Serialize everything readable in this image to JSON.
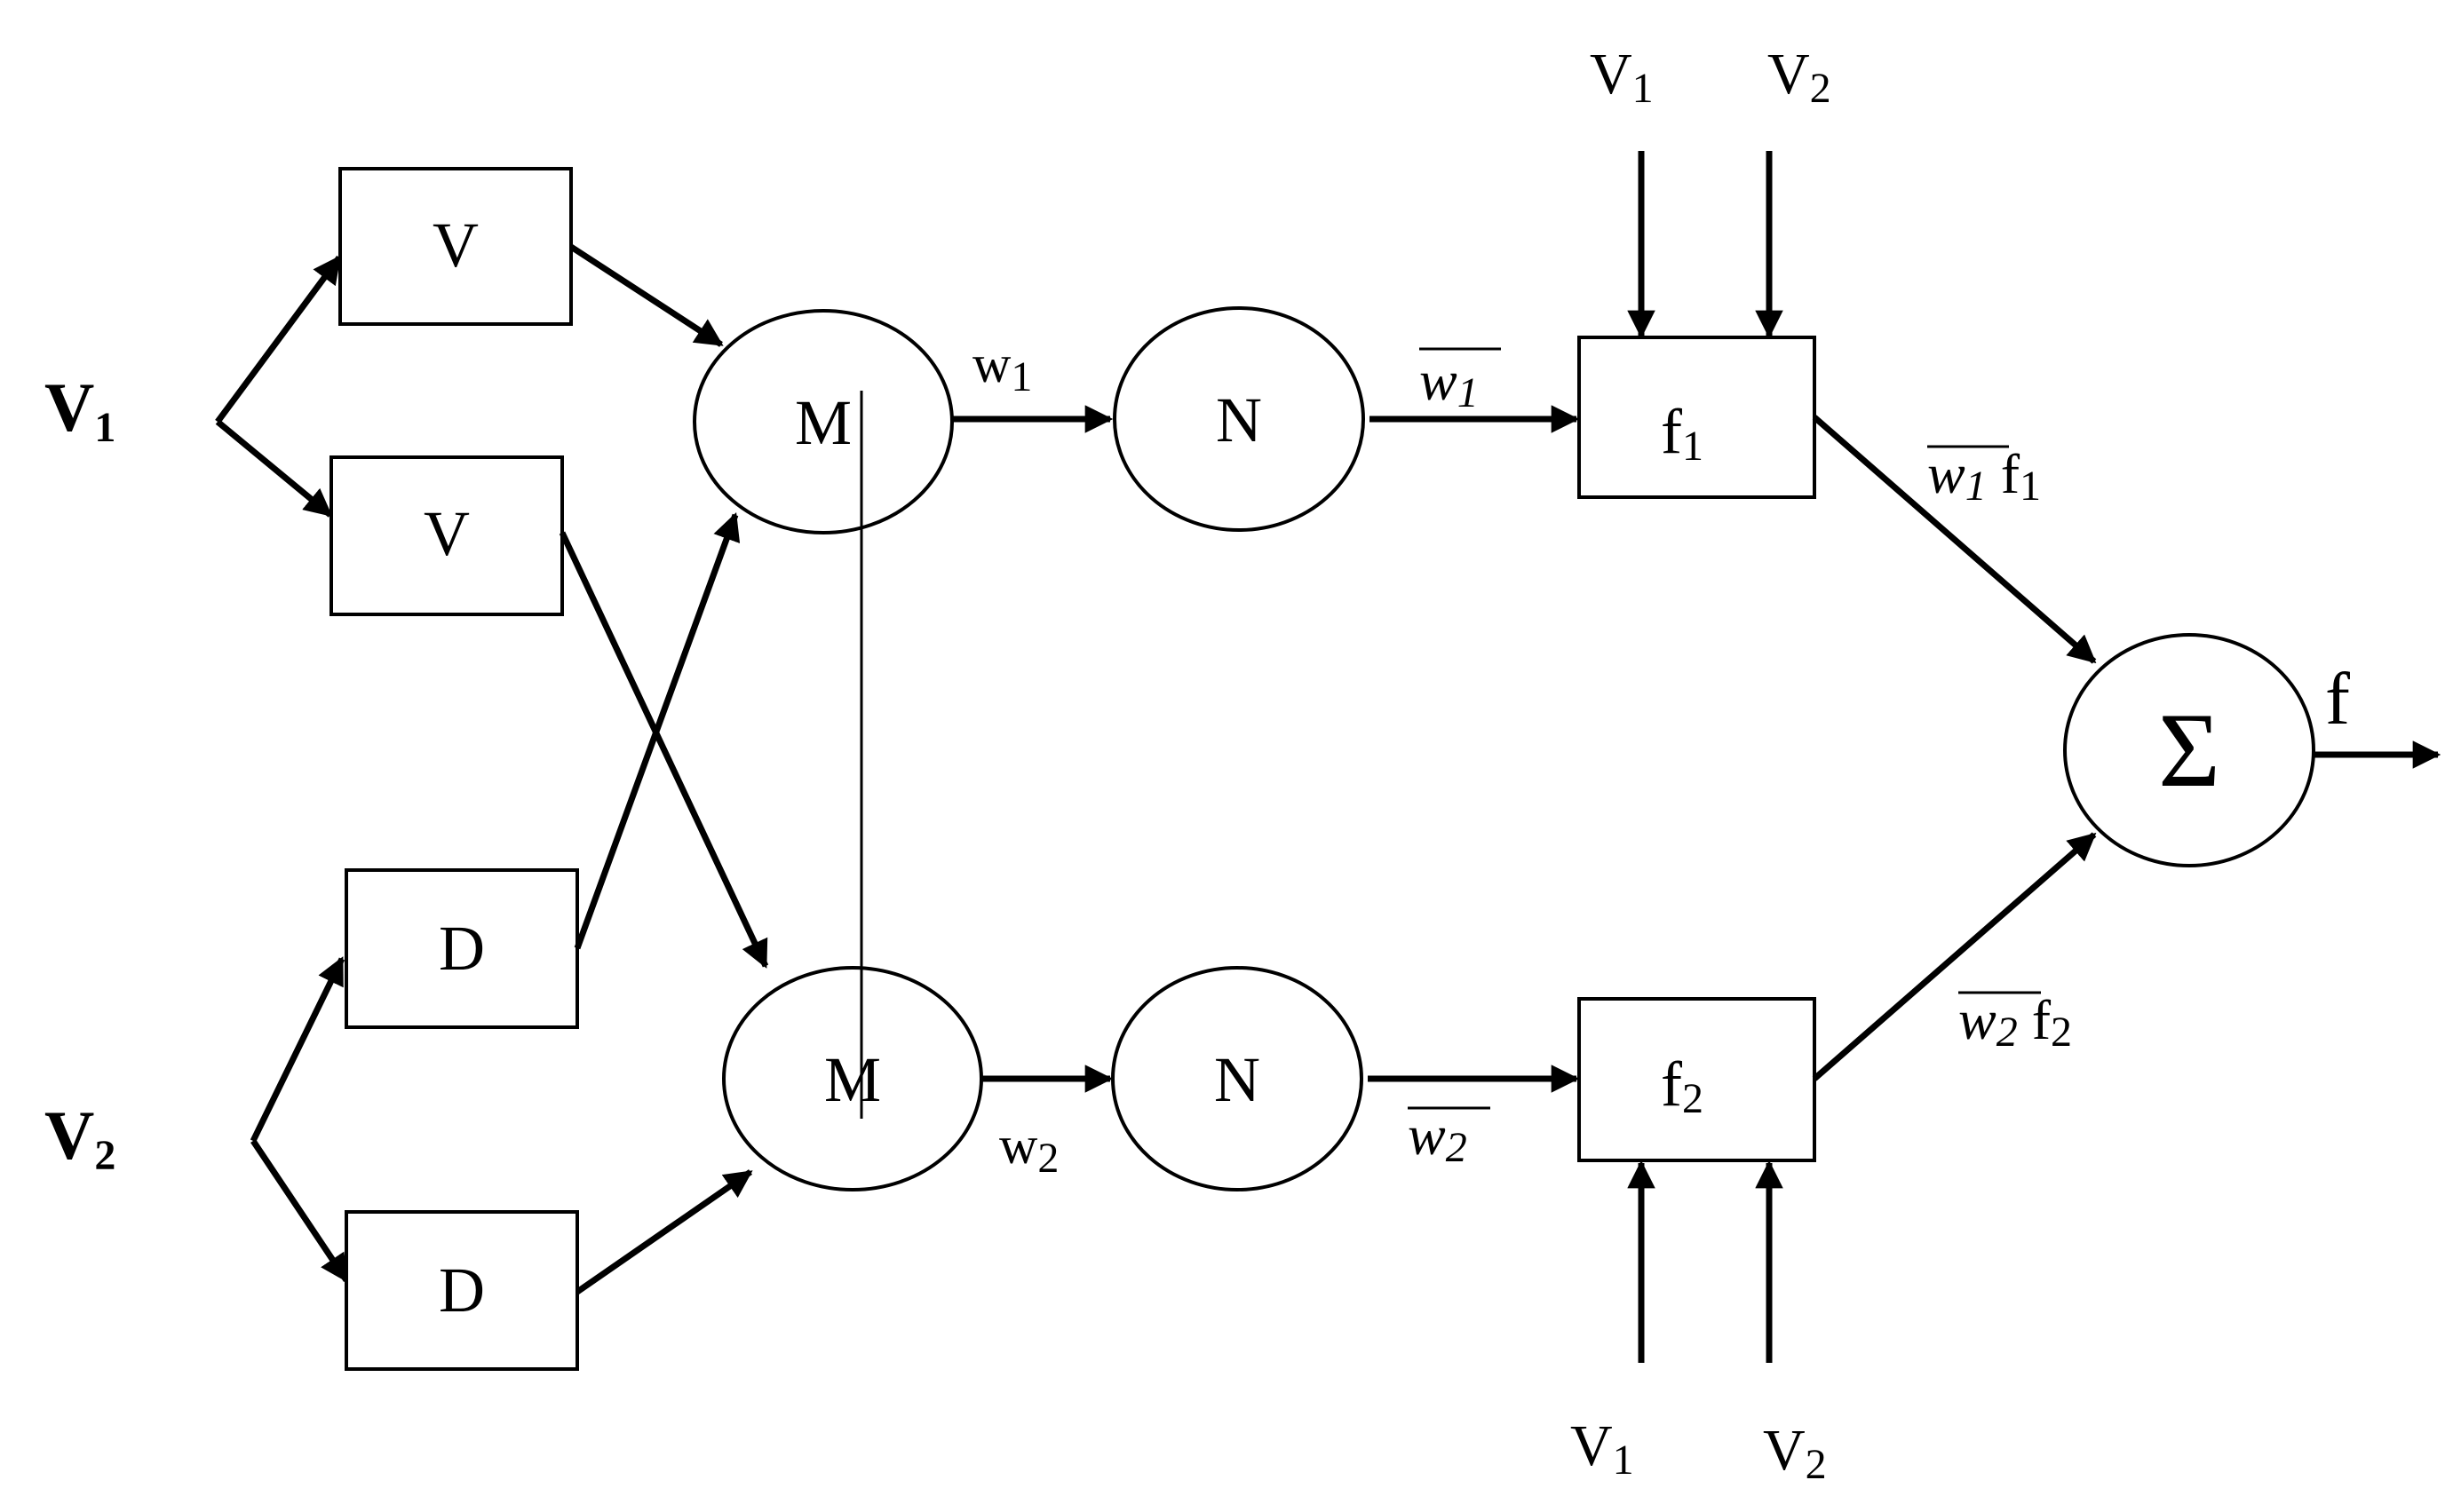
{
  "diagram": {
    "inputs": {
      "v1": "V",
      "v1_sub": "1",
      "v2": "V",
      "v2_sub": "2"
    },
    "boxes": {
      "v_top": "V",
      "v_bottom": "V",
      "d_top": "D",
      "d_bottom": "D"
    },
    "nodes": {
      "m_top": "M",
      "m_bottom": "M",
      "n_top": "N",
      "n_bottom": "N",
      "f1": "f",
      "f1_sub": "1",
      "f2": "f",
      "f2_sub": "2",
      "sum": "Σ"
    },
    "edges": {
      "w1": "w",
      "w1_sub": "1",
      "w2": "w",
      "w2_sub": "2",
      "w1_bar": "w",
      "w1_bar_sub": "1",
      "w2_bar": "w",
      "w2_bar_sub": "2",
      "w1f1_w": "w",
      "w1f1_wsub": "1",
      "w1f1_f": " f",
      "w1f1_fsub": "1",
      "w2f2_w": "w",
      "w2f2_wsub": "2",
      "w2f2_f": " f",
      "w2f2_fsub": "2",
      "output": "f"
    },
    "side_inputs": {
      "top_v1": "V",
      "top_v1_sub": "1",
      "top_v2": "V",
      "top_v2_sub": "2",
      "bottom_v1": "V",
      "bottom_v1_sub": "1",
      "bottom_v2": "V",
      "bottom_v2_sub": "2"
    }
  }
}
